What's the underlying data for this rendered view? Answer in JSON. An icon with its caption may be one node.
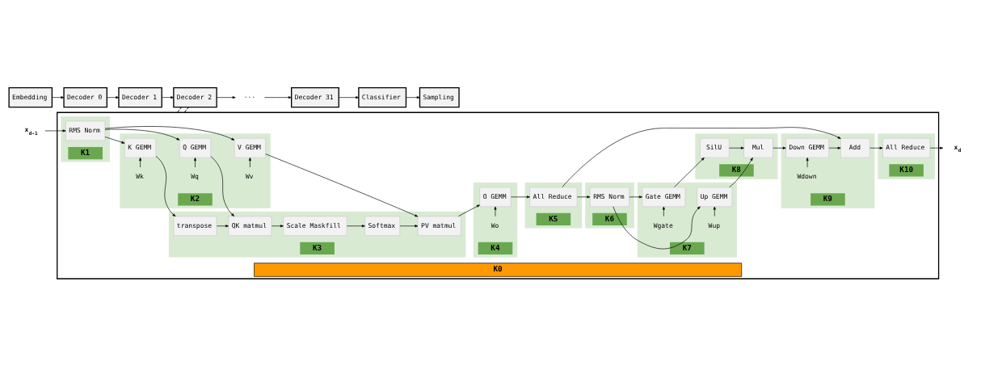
{
  "diagram": {
    "nodes": [
      {
        "text": [
          "Embedding"
        ]
      },
      {
        "text": [
          "Decoder 0"
        ]
      },
      {
        "text": [
          "Decoder 1"
        ]
      },
      {
        "text": [
          "Decoder 2"
        ]
      },
      {
        "text": [
          "···"
        ]
      },
      {
        "text": [
          "Decoder 31"
        ]
      },
      {
        "text": [
          "Classifier"
        ]
      },
      {
        "text": [
          "Sampling"
        ]
      },
      {
        "text": [
          "K0"
        ]
      },
      {
        "text": [
          "x$_{d-1}$"
        ]
      },
      {
        "text": [
          "K1"
        ],
        "in": 8
      },
      {
        "text": [
          "RMS Norm"
        ],
        "in": 10
      },
      {
        "text": [
          "K2"
        ],
        "in": 8
      },
      {
        "text": [
          "Q GEMM"
        ],
        "in": 12
      },
      {
        "text": [
          "Wq"
        ],
        "in": 12
      },
      {
        "text": [
          "K GEMM"
        ],
        "in": 12
      },
      {
        "text": [
          "Wk"
        ],
        "in": 12
      },
      {
        "text": [
          "V GEMM"
        ],
        "in": 12
      },
      {
        "text": [
          "Wv"
        ],
        "in": 12
      },
      {
        "text": [
          "K3"
        ],
        "in": 8
      },
      {
        "text": [
          "QK matmul"
        ],
        "in": 19
      },
      {
        "text": [
          "Scale Maskfill"
        ],
        "in": 19
      },
      {
        "text": [
          "Softmax"
        ],
        "in": 19
      },
      {
        "text": [
          "PV matmul"
        ],
        "in": 19
      },
      {
        "text": [
          "transpose"
        ],
        "in": 19
      },
      {
        "text": [
          "K4"
        ],
        "in": 8
      },
      {
        "text": [
          "O GEMM"
        ],
        "in": 25
      },
      {
        "text": [
          "Wo"
        ],
        "in": 25
      },
      {
        "text": [
          "K5"
        ],
        "in": 8
      },
      {
        "text": [
          "All Reduce"
        ],
        "in": 28
      },
      {
        "text": [
          "K6"
        ],
        "in": 8
      },
      {
        "text": [
          "RMS Norm"
        ],
        "in": 30
      },
      {
        "text": [
          "K7"
        ],
        "in": 8
      },
      {
        "text": [
          "Gate GEMM"
        ],
        "in": 32
      },
      {
        "text": [
          "Wgate"
        ],
        "in": 32
      },
      {
        "text": [
          "Up GEMM"
        ],
        "in": 32
      },
      {
        "text": [
          "Wup"
        ],
        "in": 32
      },
      {
        "text": [
          "K8"
        ],
        "in": 8
      },
      {
        "text": [
          "SilU"
        ],
        "in": 37
      },
      {
        "text": [
          "Mul"
        ],
        "in": 37
      },
      {
        "text": [
          "K9"
        ],
        "in": 8
      },
      {
        "text": [
          "Down GEMM"
        ],
        "in": 40
      },
      {
        "text": [
          "Wdown"
        ],
        "in": 40
      },
      {
        "text": [
          "Add"
        ],
        "in": 40
      },
      {
        "text": [
          "K10"
        ],
        "in": 8
      },
      {
        "text": [
          "All Reduce"
        ],
        "in": 44
      },
      {
        "text": [
          "x$_{d}$"
        ]
      }
    ],
    "edges": [
      {
        "from": 0,
        "to": 1,
        "arrow": "to"
      },
      {
        "from": 1,
        "to": 2,
        "arrow": "to"
      },
      {
        "from": 2,
        "to": 3,
        "arrow": "to"
      },
      {
        "from": 3,
        "to": 4,
        "arrow": "to"
      },
      {
        "from": 4,
        "to": 5,
        "arrow": "to"
      },
      {
        "from": 5,
        "to": 6,
        "arrow": "to"
      },
      {
        "from": 6,
        "to": 7,
        "arrow": "to"
      },
      {
        "from": 3,
        "to": 8,
        "arrow": "none",
        "style": "dashed"
      },
      {
        "from": 3,
        "to": 8,
        "arrow": "none",
        "style": "dashed"
      },
      {
        "from": 9,
        "to": 11,
        "arrow": "to"
      },
      {
        "from": 11,
        "to": 13,
        "arrow": "to"
      },
      {
        "from": 11,
        "to": 15,
        "arrow": "to"
      },
      {
        "from": 11,
        "to": 17,
        "arrow": "to"
      },
      {
        "from": 14,
        "to": 13,
        "arrow": "to"
      },
      {
        "from": 16,
        "to": 15,
        "arrow": "to"
      },
      {
        "from": 18,
        "to": 17,
        "arrow": "to"
      },
      {
        "from": 13,
        "to": 20,
        "arrow": "to"
      },
      {
        "from": 15,
        "to": 24,
        "arrow": "to"
      },
      {
        "from": 24,
        "to": 20,
        "arrow": "to"
      },
      {
        "from": 20,
        "to": 21,
        "arrow": "to"
      },
      {
        "from": 21,
        "to": 22,
        "arrow": "to"
      },
      {
        "from": 22,
        "to": 23,
        "arrow": "to"
      },
      {
        "from": 17,
        "to": 23,
        "arrow": "to"
      },
      {
        "from": 23,
        "to": 26,
        "arrow": "to"
      },
      {
        "from": 27,
        "to": 26,
        "arrow": "to"
      },
      {
        "from": 26,
        "to": 29,
        "arrow": "to"
      },
      {
        "from": 29,
        "to": 31,
        "arrow": "to"
      },
      {
        "from": 29,
        "to": 43,
        "arrow": "to"
      },
      {
        "from": 31,
        "to": 33,
        "arrow": "to"
      },
      {
        "from": 31,
        "to": 35,
        "arrow": "to"
      },
      {
        "from": 34,
        "to": 33,
        "arrow": "to"
      },
      {
        "from": 36,
        "to": 35,
        "arrow": "to"
      },
      {
        "from": 33,
        "to": 38,
        "arrow": "to"
      },
      {
        "from": 38,
        "to": 39,
        "arrow": "to"
      },
      {
        "from": 35,
        "to": 39,
        "arrow": "to"
      },
      {
        "from": 39,
        "to": 41,
        "arrow": "to"
      },
      {
        "from": 42,
        "to": 41,
        "arrow": "to"
      },
      {
        "from": 41,
        "to": 43,
        "arrow": "to"
      },
      {
        "from": 43,
        "to": 45,
        "arrow": "to"
      },
      {
        "from": 45,
        "to": 46,
        "arrow": "to"
      }
    ]
  }
}
